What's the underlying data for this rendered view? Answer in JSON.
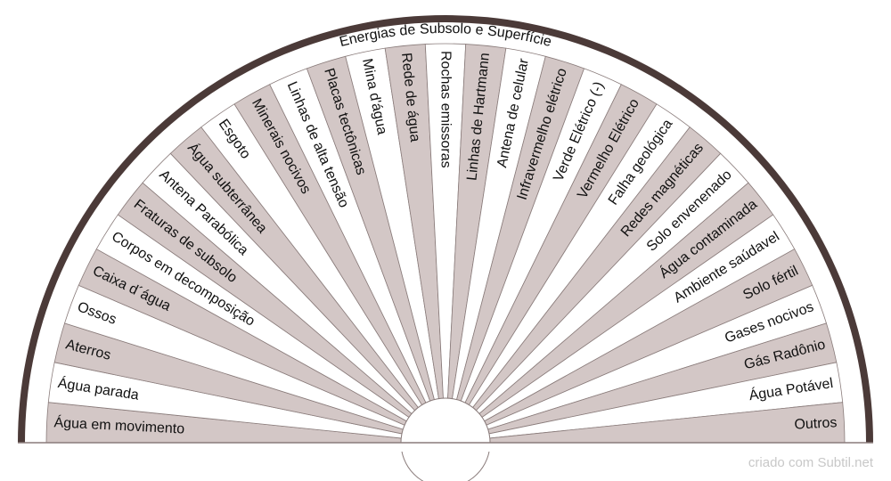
{
  "title": "Energias de Subsolo e Superfície",
  "watermark": "criado com Subtil.net",
  "colors": {
    "shaded": "#d3c7c6",
    "plain": "#ffffff",
    "ring": "#4b3a38",
    "line": "#8a7c7b"
  },
  "sectors": [
    "Água em movimento",
    "Água parada",
    "Aterros",
    "Ossos",
    "Caixa d´água",
    "Corpos em decomposição",
    "Fraturas de subsolo",
    "Antena Parabólica",
    "Água subterrânea",
    "Esgoto",
    "Minerais nocivos",
    "Linhas de alta tensão",
    "Placas tectônicas",
    "Mina d'água",
    "Rede de água",
    "Rochas emissoras",
    "Linhas de Hartmann",
    "Antena de celular",
    "Infravermelho elétrico",
    "Verde Elétrico (-)",
    "Vermelho Elétrico",
    "Falha geológica",
    "Redes magnéticas",
    "Solo envenenado",
    "Água contaminada",
    "Ambiente saúdavel",
    "Solo fértil",
    "Gases nocivos",
    "Gás Radônio",
    "Água Potável",
    "Outros"
  ]
}
